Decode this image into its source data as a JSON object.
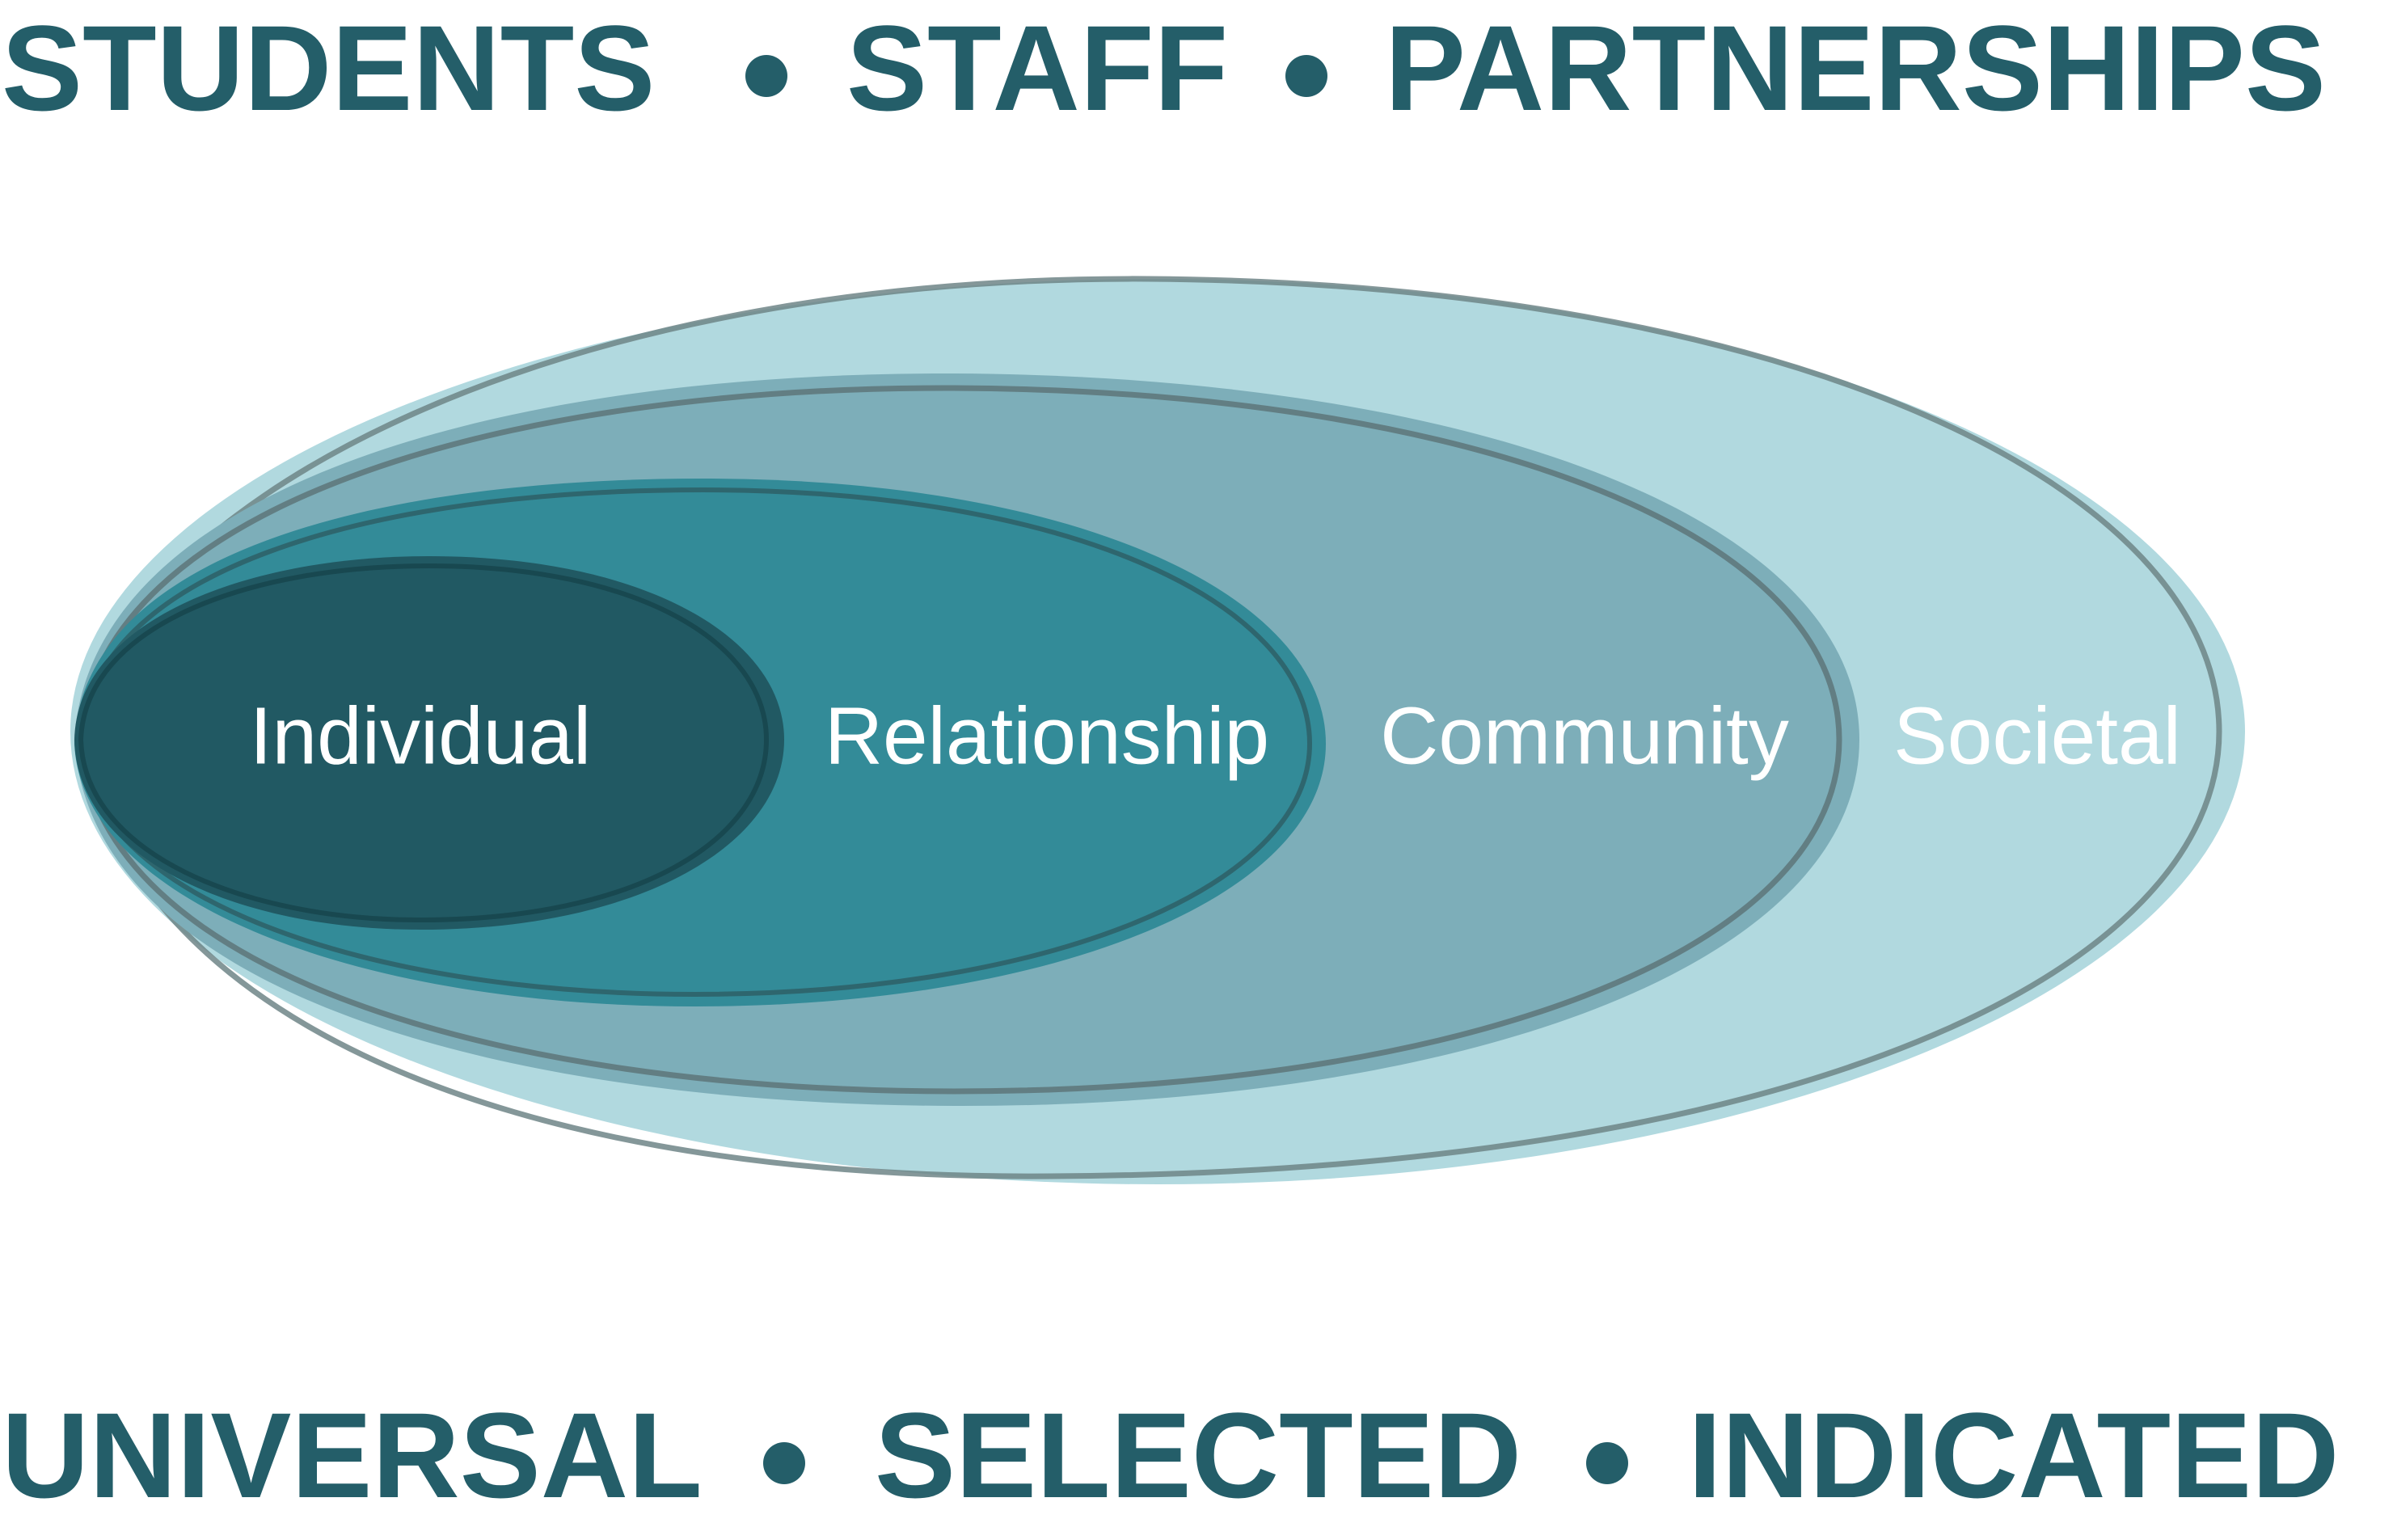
{
  "header": {
    "items": [
      "STUDENTS",
      "STAFF",
      "PARTNERSHIPS"
    ]
  },
  "footer": {
    "items": [
      "UNIVERSAL",
      "SELECTED",
      "INDICATED"
    ]
  },
  "diagram": {
    "rings": [
      {
        "label": "Individual",
        "color": "#215963"
      },
      {
        "label": "Relationship",
        "color": "#338b98"
      },
      {
        "label": "Community",
        "color": "#7daeb9"
      },
      {
        "label": "Societal",
        "color": "#b1d9df"
      }
    ],
    "outline_color": "#6f8587",
    "text_color": "#ffffff",
    "banner_color": "#245e69"
  }
}
